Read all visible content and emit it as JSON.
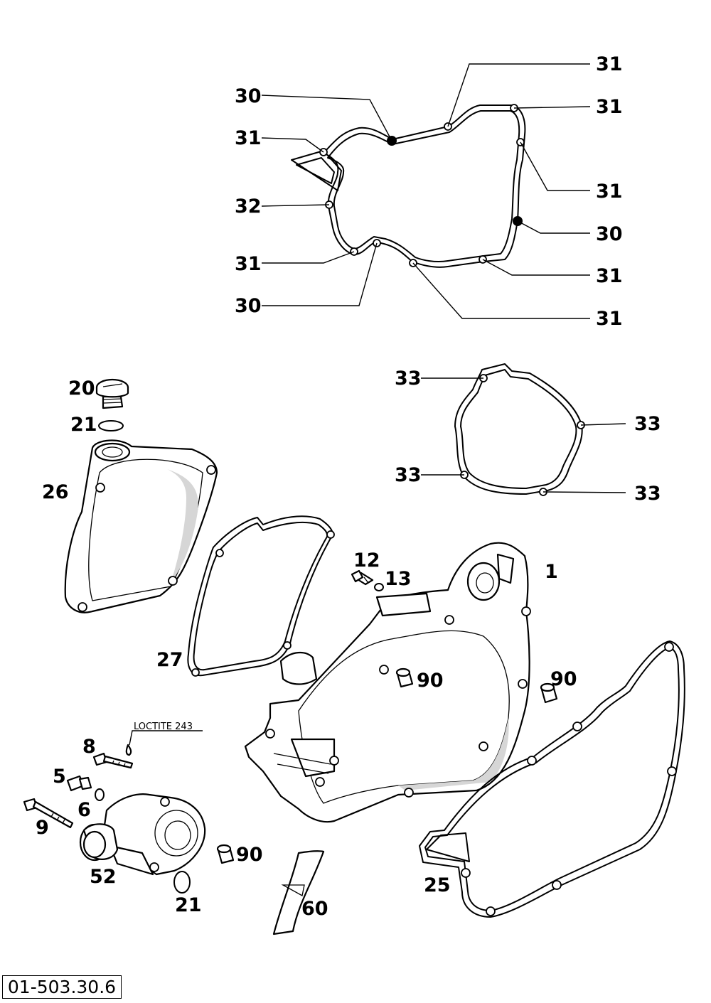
{
  "labels": {
    "p31_a": "31",
    "p30_a": "30",
    "p31_b": "31",
    "p31_c": "31",
    "p32": "32",
    "p31_d": "31",
    "p30_b": "30",
    "p31_e": "31",
    "p31_f": "31",
    "p31_g": "31",
    "p30_c": "30",
    "p33_a": "33",
    "p33_b": "33",
    "p33_c": "33",
    "p33_d": "33",
    "p20": "20",
    "p21_a": "21",
    "p26": "26",
    "p27": "27",
    "p12": "12",
    "p13": "13",
    "p1": "1",
    "p90_a": "90",
    "p90_b": "90",
    "p90_c": "90",
    "p8": "8",
    "p5": "5",
    "p6": "6",
    "p9": "9",
    "p52": "52",
    "p21_b": "21",
    "p60": "60",
    "p25": "25"
  },
  "note": "LOCTITE 243",
  "doc_number": "01-503.30.6"
}
